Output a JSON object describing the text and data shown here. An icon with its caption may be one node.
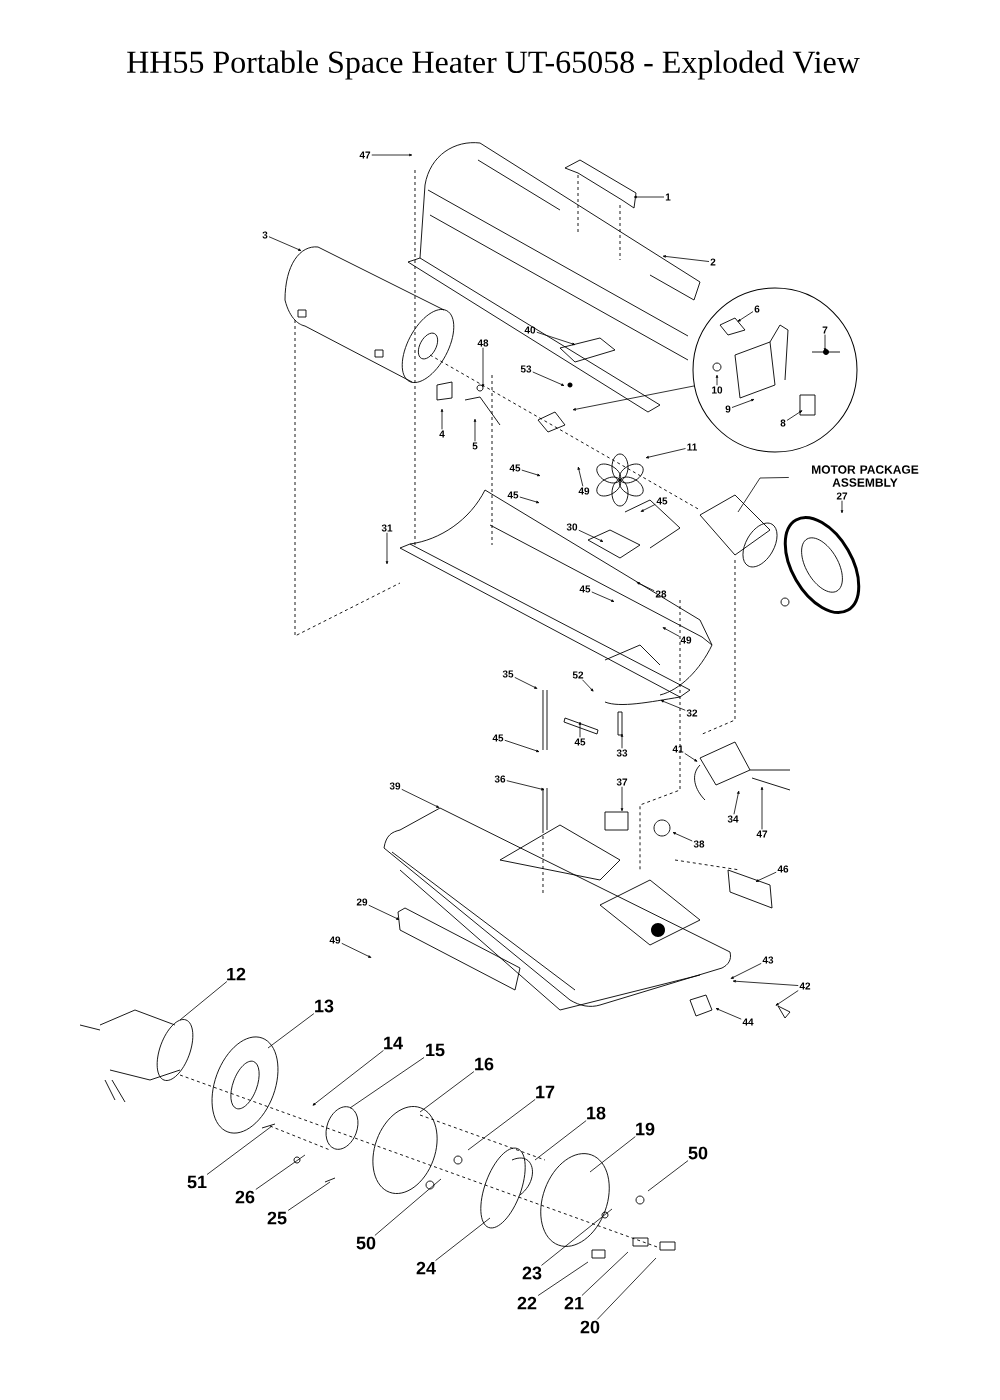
{
  "diagram": {
    "title": "HH55 Portable Space Heater UT-65058 - Exploded View",
    "nodes": [
      {
        "text": [
          "47"
        ]
      },
      {
        "text": [
          "1"
        ]
      },
      {
        "text": [
          "3"
        ]
      },
      {
        "text": [
          "2"
        ]
      },
      {
        "text": [],
        "shape": "circle"
      },
      {
        "text": [
          "6"
        ],
        "in": 4
      },
      {
        "text": [
          "40"
        ]
      },
      {
        "text": [
          "48"
        ]
      },
      {
        "text": [
          "7"
        ],
        "in": 4
      },
      {
        "text": [
          "53"
        ]
      },
      {
        "text": [
          "10"
        ],
        "in": 4
      },
      {
        "text": [
          "9"
        ],
        "in": 4
      },
      {
        "text": [
          "8"
        ],
        "in": 4
      },
      {
        "text": [
          "4"
        ]
      },
      {
        "text": [
          "5"
        ]
      },
      {
        "text": [
          "11"
        ]
      },
      {
        "text": [
          "45"
        ]
      },
      {
        "text": [
          "49"
        ]
      },
      {
        "text": [
          "MOTOR PACKAGE ASSEMBLY"
        ]
      },
      {
        "text": [
          "27"
        ]
      },
      {
        "text": [
          "45"
        ]
      },
      {
        "text": [
          "45"
        ]
      },
      {
        "text": [
          "30"
        ]
      },
      {
        "text": [
          "31"
        ]
      },
      {
        "text": [
          "45"
        ]
      },
      {
        "text": [
          "28"
        ]
      },
      {
        "text": [
          "49"
        ]
      },
      {
        "text": [
          "35"
        ]
      },
      {
        "text": [
          "52"
        ]
      },
      {
        "text": [
          "32"
        ]
      },
      {
        "text": [
          "45"
        ]
      },
      {
        "text": [
          "45"
        ]
      },
      {
        "text": [
          "33"
        ]
      },
      {
        "text": [
          "41"
        ]
      },
      {
        "text": [
          "36"
        ]
      },
      {
        "text": [
          "39"
        ]
      },
      {
        "text": [
          "37"
        ]
      },
      {
        "text": [
          "34"
        ]
      },
      {
        "text": [
          "47"
        ]
      },
      {
        "text": [
          "38"
        ]
      },
      {
        "text": [
          "46"
        ]
      },
      {
        "text": [
          "29"
        ]
      },
      {
        "text": [
          "49"
        ]
      },
      {
        "text": [
          "43"
        ]
      },
      {
        "text": [
          "42"
        ]
      },
      {
        "text": [
          "44"
        ]
      },
      {
        "text": [
          "12"
        ]
      },
      {
        "text": [
          "13"
        ]
      },
      {
        "text": [
          "14"
        ]
      },
      {
        "text": [
          "15"
        ]
      },
      {
        "text": [
          "16"
        ]
      },
      {
        "text": [
          "17"
        ]
      },
      {
        "text": [
          "18"
        ]
      },
      {
        "text": [
          "19"
        ]
      },
      {
        "text": [
          "50"
        ]
      },
      {
        "text": [
          "51"
        ]
      },
      {
        "text": [
          "26"
        ]
      },
      {
        "text": [
          "25"
        ]
      },
      {
        "text": [
          "50"
        ]
      },
      {
        "text": [
          "24"
        ]
      },
      {
        "text": [
          "23"
        ]
      },
      {
        "text": [
          "22"
        ]
      },
      {
        "text": [
          "21"
        ]
      },
      {
        "text": [
          "20"
        ]
      }
    ],
    "edges": [
      {
        "from": 0,
        "to": null,
        "arrow": "to"
      },
      {
        "from": 1,
        "to": null,
        "arrow": "to"
      },
      {
        "from": 2,
        "to": null,
        "arrow": "to"
      },
      {
        "from": 3,
        "to": null,
        "arrow": "to"
      },
      {
        "from": 4,
        "to": null,
        "arrow": "to"
      },
      {
        "from": 5,
        "to": null,
        "arrow": "to"
      },
      {
        "from": 6,
        "to": null,
        "arrow": "to"
      },
      {
        "from": 7,
        "to": null,
        "arrow": "to"
      },
      {
        "from": 8,
        "to": null,
        "arrow": "to"
      },
      {
        "from": 9,
        "to": null,
        "arrow": "to"
      },
      {
        "from": 10,
        "to": null,
        "arrow": "to"
      },
      {
        "from": 11,
        "to": null,
        "arrow": "to"
      },
      {
        "from": 12,
        "to": null,
        "arrow": "to"
      },
      {
        "from": 13,
        "to": null,
        "arrow": "to"
      },
      {
        "from": 14,
        "to": null,
        "arrow": "to"
      },
      {
        "from": 15,
        "to": null,
        "arrow": "to"
      },
      {
        "from": 16,
        "to": null,
        "arrow": "to"
      },
      {
        "from": 17,
        "to": null,
        "arrow": "to"
      },
      {
        "from": 18,
        "to": null,
        "arrow": "none"
      },
      {
        "from": 19,
        "to": null,
        "arrow": "to"
      },
      {
        "from": 20,
        "to": null,
        "arrow": "to"
      },
      {
        "from": 21,
        "to": null,
        "arrow": "to"
      },
      {
        "from": 22,
        "to": null,
        "arrow": "to"
      },
      {
        "from": 23,
        "to": null,
        "arrow": "to"
      },
      {
        "from": 24,
        "to": null,
        "arrow": "to"
      },
      {
        "from": 25,
        "to": null,
        "arrow": "to"
      },
      {
        "from": 26,
        "to": null,
        "arrow": "to"
      },
      {
        "from": 27,
        "to": null,
        "arrow": "to"
      },
      {
        "from": 28,
        "to": null,
        "arrow": "to"
      },
      {
        "from": 29,
        "to": null,
        "arrow": "to"
      },
      {
        "from": 30,
        "to": null,
        "arrow": "to"
      },
      {
        "from": 31,
        "to": null,
        "arrow": "to"
      },
      {
        "from": 32,
        "to": null,
        "arrow": "to"
      },
      {
        "from": 33,
        "to": null,
        "arrow": "to"
      },
      {
        "from": 34,
        "to": null,
        "arrow": "to"
      },
      {
        "from": 35,
        "to": null,
        "arrow": "to"
      },
      {
        "from": 36,
        "to": null,
        "arrow": "to"
      },
      {
        "from": 37,
        "to": null,
        "arrow": "to"
      },
      {
        "from": 38,
        "to": null,
        "arrow": "to"
      },
      {
        "from": 39,
        "to": null,
        "arrow": "to"
      },
      {
        "from": 40,
        "to": null,
        "arrow": "to"
      },
      {
        "from": 41,
        "to": null,
        "arrow": "to"
      },
      {
        "from": 42,
        "to": null,
        "arrow": "to"
      },
      {
        "from": 43,
        "to": null,
        "arrow": "to"
      },
      {
        "from": 44,
        "to": null,
        "arrow": "to"
      },
      {
        "from": 44,
        "to": null,
        "arrow": "to"
      },
      {
        "from": 45,
        "to": null,
        "arrow": "to"
      },
      {
        "from": 46,
        "to": null,
        "arrow": "none"
      },
      {
        "from": 47,
        "to": null,
        "arrow": "none"
      },
      {
        "from": 48,
        "to": null,
        "arrow": "to"
      },
      {
        "from": 49,
        "to": null,
        "arrow": "none"
      },
      {
        "from": 50,
        "to": null,
        "arrow": "none"
      },
      {
        "from": 51,
        "to": null,
        "arrow": "none"
      },
      {
        "from": 52,
        "to": null,
        "arrow": "none"
      },
      {
        "from": 53,
        "to": null,
        "arrow": "none"
      },
      {
        "from": 54,
        "to": null,
        "arrow": "none"
      },
      {
        "from": 55,
        "to": null,
        "arrow": "none"
      },
      {
        "from": 56,
        "to": null,
        "arrow": "none"
      },
      {
        "from": 57,
        "to": null,
        "arrow": "none"
      },
      {
        "from": 58,
        "to": null,
        "arrow": "none"
      },
      {
        "from": 59,
        "to": null,
        "arrow": "none"
      },
      {
        "from": 60,
        "to": null,
        "arrow": "none"
      },
      {
        "from": 61,
        "to": null,
        "arrow": "none"
      },
      {
        "from": 62,
        "to": null,
        "arrow": "none"
      },
      {
        "from": 63,
        "to": null,
        "arrow": "none"
      }
    ]
  }
}
